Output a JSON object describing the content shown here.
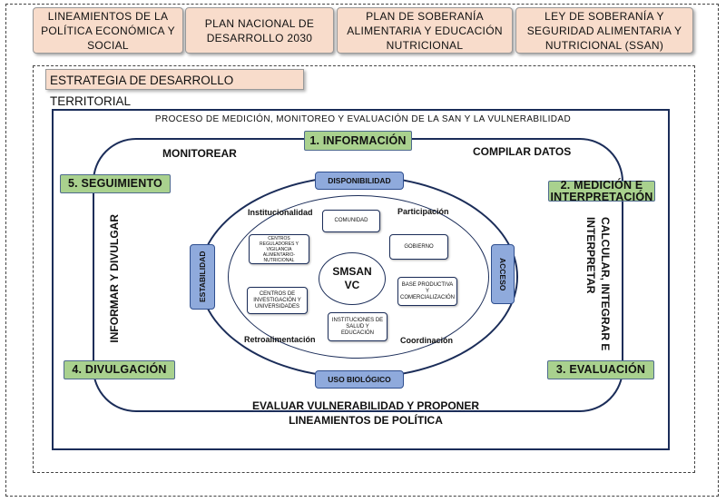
{
  "top_boxes": [
    "LINEAMIENTOS DE LA POLÍTICA ECONÓMICA Y SOCIAL",
    "PLAN NACIONAL DE DESARROLLO 2030",
    "PLAN DE SOBERANÍA ALIMENTARIA Y EDUCACIÓN NUTRICIONAL",
    "LEY DE SOBERANÍA Y SEGURIDAD ALIMENTARIA Y NUTRICIONAL (SSAN)"
  ],
  "strategy_title": "ESTRATEGIA DE DESARROLLO TERRITORIAL",
  "process_title": "PROCESO DE MEDICIÓN, MONITOREO Y EVALUACIÓN DE LA SAN Y LA VULNERABILIDAD",
  "steps": {
    "informacion": "1. INFORMACIÓN",
    "medicion": "2. MEDICIÓN E INTERPRETACIÓN",
    "evaluacion": "3. EVALUACIÓN",
    "divulgacion": "4. DIVULGACIÓN",
    "seguimiento": "5. SEGUIMIENTO"
  },
  "actions": {
    "monitorear": "MONITOREAR",
    "compilar": "COMPILAR DATOS",
    "calcular": "CALCULAR, INTEGRAR E INTERPRETAR",
    "informar": "INFORMAR Y DIVULGAR",
    "evaluar": "EVALUAR VULNERABILIDAD Y  PROPONER LINEAMIENTOS DE POLÍTICA"
  },
  "pillars": {
    "disponibilidad": "DISPONIBILIDAD",
    "acceso": "ACCESO",
    "uso_biologico": "USO BIOLÓGICO",
    "estabilidad": "ESTABILIDAD"
  },
  "principles": {
    "institucionalidad": "Institucionalidad",
    "participacion": "Participación",
    "retroalimentacion": "Retroalimentación",
    "coordinacion": "Coordinación"
  },
  "actors": {
    "comunidad": "COMUNIDAD",
    "gobierno": "GOBIERNO",
    "centros_reguladores": "CENTROS REGULADORES Y VIGILANCIA ALIMENTARIO-NUTRICIONAL",
    "centros_investigacion": "CENTROS DE INVESTIGACIÓN Y UNIVERSIDADES",
    "base_productiva": "BASE PRODUCTIVA Y COMERCIALIZACIÓN",
    "instituciones": "INSTITUCIONES DE SALUD Y EDUCACIÓN"
  },
  "center": {
    "line1": "SMSAN",
    "line2": "VC"
  }
}
